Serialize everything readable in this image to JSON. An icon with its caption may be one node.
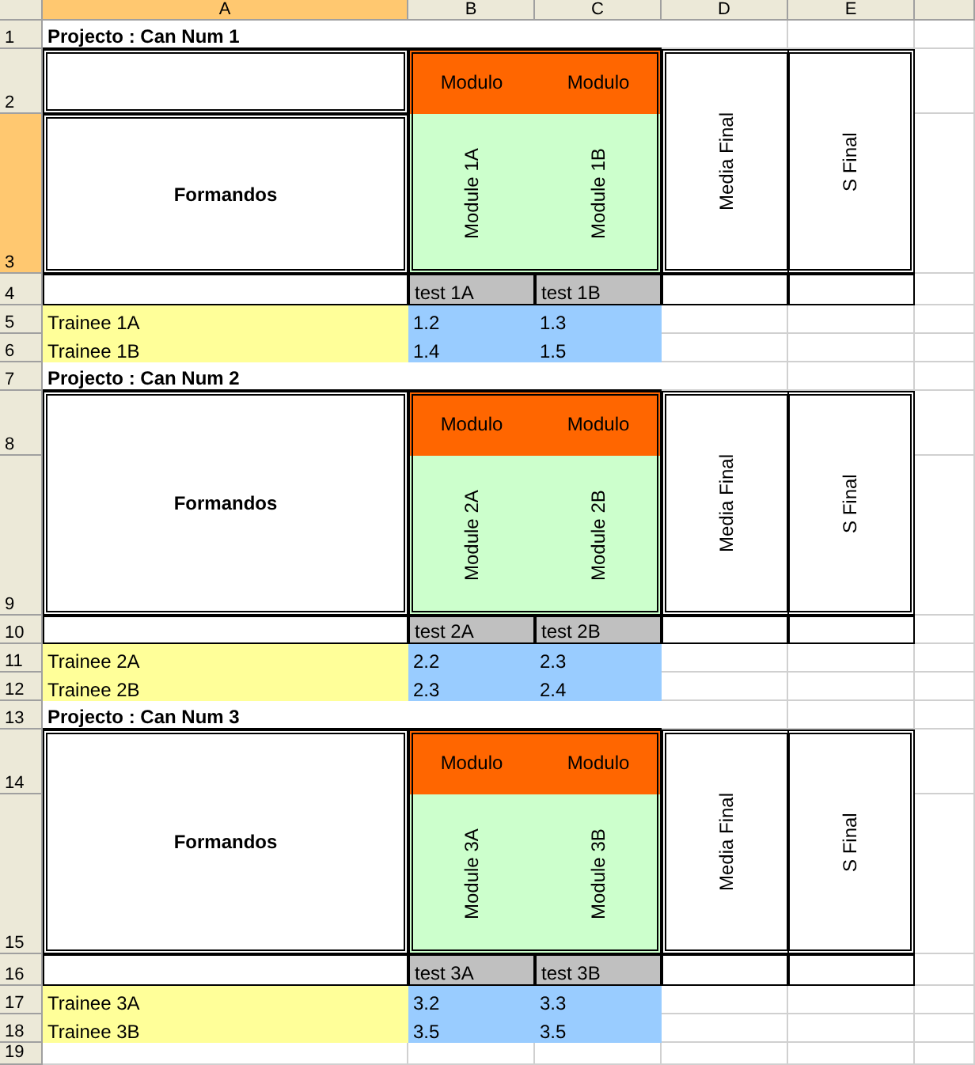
{
  "diagram": {
    "labels": [
      "A",
      "B",
      "C",
      "D",
      "E",
      "1",
      "Projecto : Can Num 1",
      "2",
      "Modulo",
      "Modulo",
      "3",
      "Formandos",
      "Module 1A",
      "Module 1B",
      "Media Final",
      "S Final",
      "4",
      "test 1A",
      "test 1B",
      "5",
      "Trainee 1A",
      "1.2",
      "1.3",
      "6",
      "Trainee 1B",
      "1.4",
      "1.5",
      "7",
      "Projecto : Can Num 2",
      "8",
      "Modulo",
      "Modulo",
      "9",
      "Formandos",
      "Module 2A",
      "Module 2B",
      "Media Final",
      "S Final",
      "10",
      "test 2A",
      "test 2B",
      "11",
      "Trainee 2A",
      "2.2",
      "2.3",
      "12",
      "Trainee 2B",
      "2.3",
      "2.4",
      "13",
      "Projecto : Can Num 3",
      "14",
      "Modulo",
      "Modulo",
      "15",
      "Formandos",
      "Module 3A",
      "Module 3B",
      "Media Final",
      "S Final",
      "16",
      "test 3A",
      "test 3B",
      "17",
      "Trainee 3A",
      "3.2",
      "3.3",
      "18",
      "Trainee 3B",
      "3.5",
      "3.5",
      "19"
    ]
  }
}
